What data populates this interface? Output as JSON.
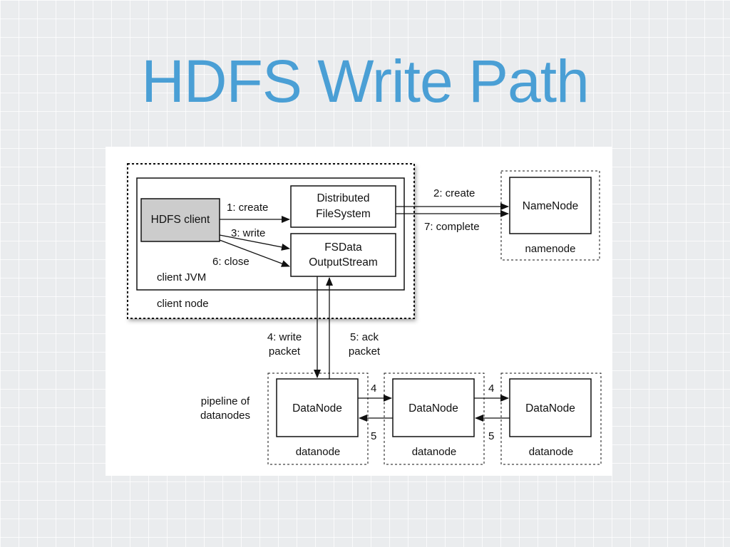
{
  "slide": {
    "title": "HDFS Write Path"
  },
  "diagram": {
    "client_node": {
      "label": "client node",
      "jvm_label": "client JVM",
      "hdfs_client": "HDFS client",
      "distributed_fs_line1": "Distributed",
      "distributed_fs_line2": "FileSystem",
      "output_stream_line1": "FSData",
      "output_stream_line2": "OutputStream"
    },
    "namenode": {
      "box": "NameNode",
      "label": "namenode"
    },
    "steps": {
      "create_1": "1: create",
      "create_2": "2: create",
      "write_3": "3: write",
      "write_packet_line1": "4: write",
      "write_packet_line2": "packet",
      "ack_packet_line1": "5: ack",
      "ack_packet_line2": "packet",
      "close_6": "6: close",
      "complete_7": "7: complete",
      "hop_forward": "4",
      "hop_ack": "5"
    },
    "pipeline": {
      "label_line1": "pipeline of",
      "label_line2": "datanodes",
      "datanodes": [
        {
          "box": "DataNode",
          "label": "datanode"
        },
        {
          "box": "DataNode",
          "label": "datanode"
        },
        {
          "box": "DataNode",
          "label": "datanode"
        }
      ]
    }
  }
}
